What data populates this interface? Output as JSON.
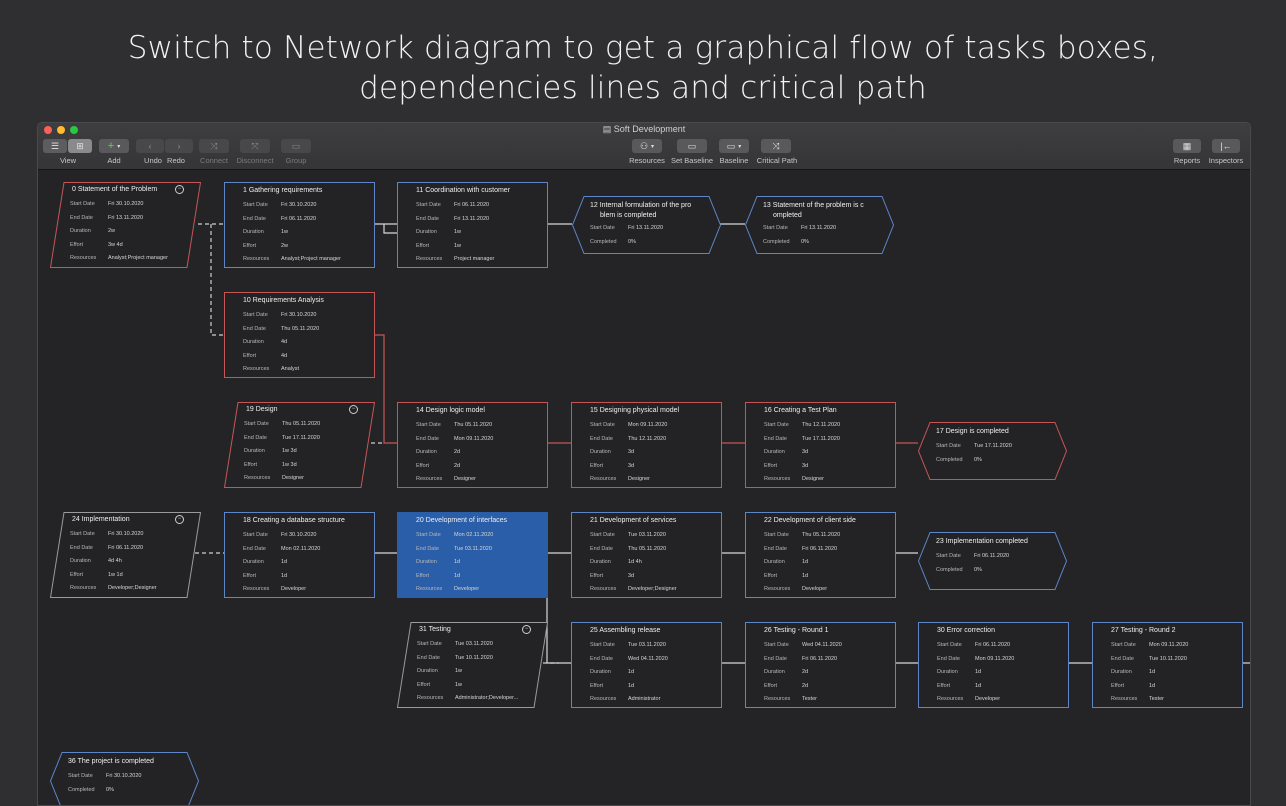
{
  "headline": {
    "line1": "Switch to Network diagram to get a graphical flow of tasks boxes,",
    "line2": "dependencies lines and critical path"
  },
  "window": {
    "title": "Soft Development",
    "traffic_colors": [
      "#fe5f57",
      "#febc2e",
      "#28c840"
    ]
  },
  "toolbar": {
    "view": "View",
    "add": "Add",
    "undo": "Undo",
    "redo": "Redo",
    "connect": "Connect",
    "disconnect": "Disconnect",
    "group": "Group",
    "resources": "Resources",
    "set_baseline": "Set Baseline",
    "baseline": "Baseline",
    "critical_path": "Critical Path",
    "reports": "Reports",
    "inspectors": "Inspectors"
  },
  "colors": {
    "critical": "#c65656",
    "normal": "#5c86c8",
    "selected": "#2a5ea9"
  },
  "labels": {
    "start": "Start Date",
    "end": "End Date",
    "duration": "Duration",
    "effort": "Effort",
    "resources": "Resources",
    "completed": "Completed"
  },
  "summaries": [
    {
      "title": "0  Statement of the Problem",
      "start": "Fri 30.10.2020",
      "end": "Fri 13.11.2020",
      "duration": "2w",
      "effort": "3w 4d",
      "resources": "Analyst;Project manager",
      "critical": true
    },
    {
      "title": "19  Design",
      "start": "Thu 05.11.2020",
      "end": "Tue 17.11.2020",
      "duration": "1w 3d",
      "effort": "1w 3d",
      "resources": "Designer",
      "critical": true
    },
    {
      "title": "24  Implementation",
      "start": "Fri 30.10.2020",
      "end": "Fri 06.11.2020",
      "duration": "4d 4h",
      "effort": "1w 1d",
      "resources": "Developer;Designer",
      "critical": false
    },
    {
      "title": "31  Testing",
      "start": "Tue 03.11.2020",
      "end": "Tue 10.11.2020",
      "duration": "1w",
      "effort": "1w",
      "resources": "Administrator;Developer...",
      "critical": false
    }
  ],
  "tasks": [
    {
      "title": "1  Gathering requirements",
      "start": "Fri 30.10.2020",
      "end": "Fri 06.11.2020",
      "duration": "1w",
      "effort": "2w",
      "resources": "Analyst;Project manager",
      "critical": false
    },
    {
      "title": "11  Coordination with customer",
      "start": "Fri 06.11.2020",
      "end": "Fri 13.11.2020",
      "duration": "1w",
      "effort": "1w",
      "resources": "Project manager",
      "critical": false
    },
    {
      "title": "10  Requirements Analysis",
      "start": "Fri 30.10.2020",
      "end": "Thu 05.11.2020",
      "duration": "4d",
      "effort": "4d",
      "resources": "Analyst",
      "critical": true
    },
    {
      "title": "14  Design logic model",
      "start": "Thu 05.11.2020",
      "end": "Mon 09.11.2020",
      "duration": "2d",
      "effort": "2d",
      "resources": "Designer",
      "critical": true
    },
    {
      "title": "15  Designing physical model",
      "start": "Mon 09.11.2020",
      "end": "Thu 12.11.2020",
      "duration": "3d",
      "effort": "3d",
      "resources": "Designer",
      "critical": true
    },
    {
      "title": "16  Creating a Test Plan",
      "start": "Thu 12.11.2020",
      "end": "Tue 17.11.2020",
      "duration": "3d",
      "effort": "3d",
      "resources": "Designer",
      "critical": true
    },
    {
      "title": "18  Creating a database structure",
      "start": "Fri 30.10.2020",
      "end": "Mon 02.11.2020",
      "duration": "1d",
      "effort": "1d",
      "resources": "Developer",
      "critical": false
    },
    {
      "title": "20  Development of interfaces",
      "start": "Mon 02.11.2020",
      "end": "Tue 03.11.2020",
      "duration": "1d",
      "effort": "1d",
      "resources": "Developer",
      "critical": false,
      "selected": true
    },
    {
      "title": "21  Development of services",
      "start": "Tue 03.11.2020",
      "end": "Thu 05.11.2020",
      "duration": "1d 4h",
      "effort": "3d",
      "resources": "Developer;Designer",
      "critical": false
    },
    {
      "title": "22  Development of client side",
      "start": "Thu 05.11.2020",
      "end": "Fri 06.11.2020",
      "duration": "1d",
      "effort": "1d",
      "resources": "Developer",
      "critical": false
    },
    {
      "title": "25  Assembling release",
      "start": "Tue 03.11.2020",
      "end": "Wed 04.11.2020",
      "duration": "1d",
      "effort": "1d",
      "resources": "Administrator",
      "critical": false
    },
    {
      "title": "26  Testing - Round 1",
      "start": "Wed 04.11.2020",
      "end": "Fri 06.11.2020",
      "duration": "2d",
      "effort": "2d",
      "resources": "Tester",
      "critical": false
    },
    {
      "title": "30  Error correction",
      "start": "Fri 06.11.2020",
      "end": "Mon 09.11.2020",
      "duration": "1d",
      "effort": "1d",
      "resources": "Developer",
      "critical": false
    },
    {
      "title": "27  Testing - Round 2",
      "start": "Mon 09.11.2020",
      "end": "Tue 10.11.2020",
      "duration": "1d",
      "effort": "1d",
      "resources": "Tester",
      "critical": false
    }
  ],
  "milestones": [
    {
      "title1": "12  Internal formulation of the pro",
      "title2": "blem is completed",
      "start": "Fri 13.11.2020",
      "completed": "0%",
      "critical": false
    },
    {
      "title1": "13  Statement of the problem is c",
      "title2": "ompleted",
      "start": "Fri 13.11.2020",
      "completed": "0%",
      "critical": false
    },
    {
      "title1": "17  Design is completed",
      "title2": "",
      "start": "Tue 17.11.2020",
      "completed": "0%",
      "critical": true
    },
    {
      "title1": "23  Implementation completed",
      "title2": "",
      "start": "Fri 06.11.2020",
      "completed": "0%",
      "critical": false
    },
    {
      "title1": "36  The project is completed",
      "title2": "",
      "start": "Fri 30.10.2020",
      "completed": "0%",
      "critical": false
    }
  ]
}
